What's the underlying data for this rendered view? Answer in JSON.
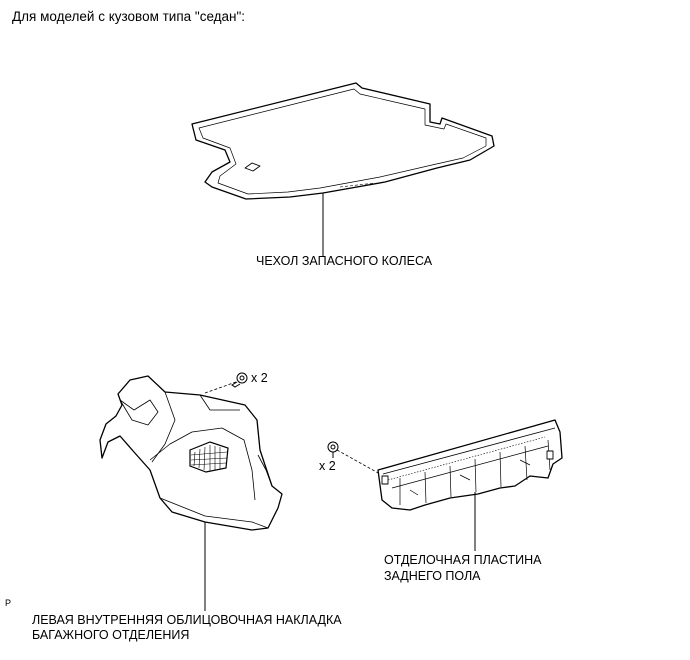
{
  "header": {
    "title": "Для моделей с кузовом типа \"седан\":"
  },
  "labels": {
    "spare_cover": "ЧЕХОЛ ЗАПАСНОГО КОЛЕСА",
    "rear_plate_line1": "ОТДЕЛОЧНАЯ ПЛАСТИНА",
    "rear_plate_line2": "ЗАДНЕГО ПОЛА",
    "left_trim_line1": "ЛЕВАЯ ВНУТРЕННЯЯ ОБЛИЦОВОЧНАЯ НАКЛАДКА",
    "left_trim_line2": "БАГАЖНОГО ОТДЕЛЕНИЯ"
  },
  "clips": {
    "left_qty": "x 2",
    "right_qty": "x 2"
  },
  "footer": {
    "code": "P"
  }
}
